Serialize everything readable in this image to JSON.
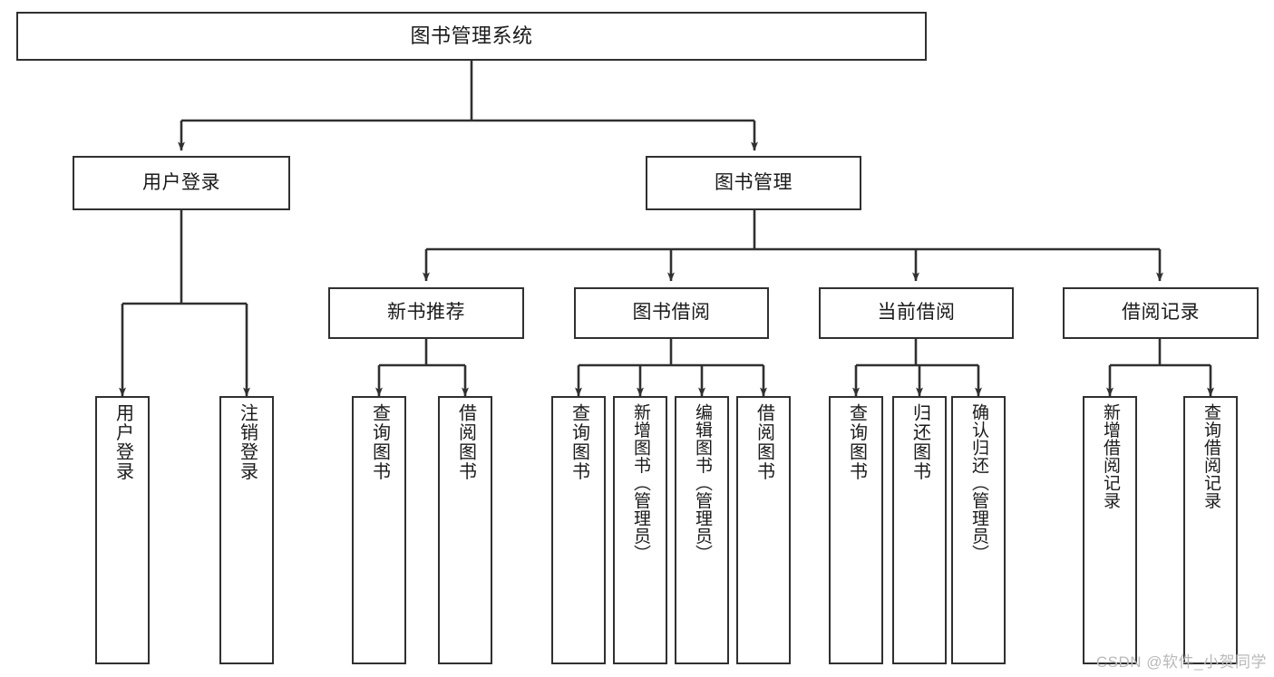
{
  "diagram": {
    "title": "图书管理系统",
    "type": "functional-structure-tree",
    "colors": {
      "stroke": "#303030",
      "fill": "#ffffff",
      "text": "#1a1a1a",
      "watermark": "#b9b9b9"
    },
    "nodes": {
      "root": {
        "label": "图书管理系统"
      },
      "level2": [
        {
          "label": "用户登录"
        },
        {
          "label": "图书管理"
        }
      ],
      "level3": [
        {
          "label": "新书推荐"
        },
        {
          "label": "图书借阅"
        },
        {
          "label": "当前借阅"
        },
        {
          "label": "借阅记录"
        }
      ],
      "leaves": {
        "user_login": [
          {
            "label": "用户登录"
          },
          {
            "label": "注销登录"
          }
        ],
        "new_book_recommend": [
          {
            "label": "查询图书"
          },
          {
            "label": "借阅图书"
          }
        ],
        "book_borrow": [
          {
            "label": "查询图书"
          },
          {
            "label": "新增图书（管理员）"
          },
          {
            "label": "编辑图书（管理员）"
          },
          {
            "label": "借阅图书"
          }
        ],
        "current_borrow": [
          {
            "label": "查询图书"
          },
          {
            "label": "归还图书"
          },
          {
            "label": "确认归还（管理员）"
          }
        ],
        "borrow_record": [
          {
            "label": "新增借阅记录"
          },
          {
            "label": "查询借阅记录"
          }
        ]
      }
    },
    "watermark": "CSDN @软件_小贺同学"
  }
}
